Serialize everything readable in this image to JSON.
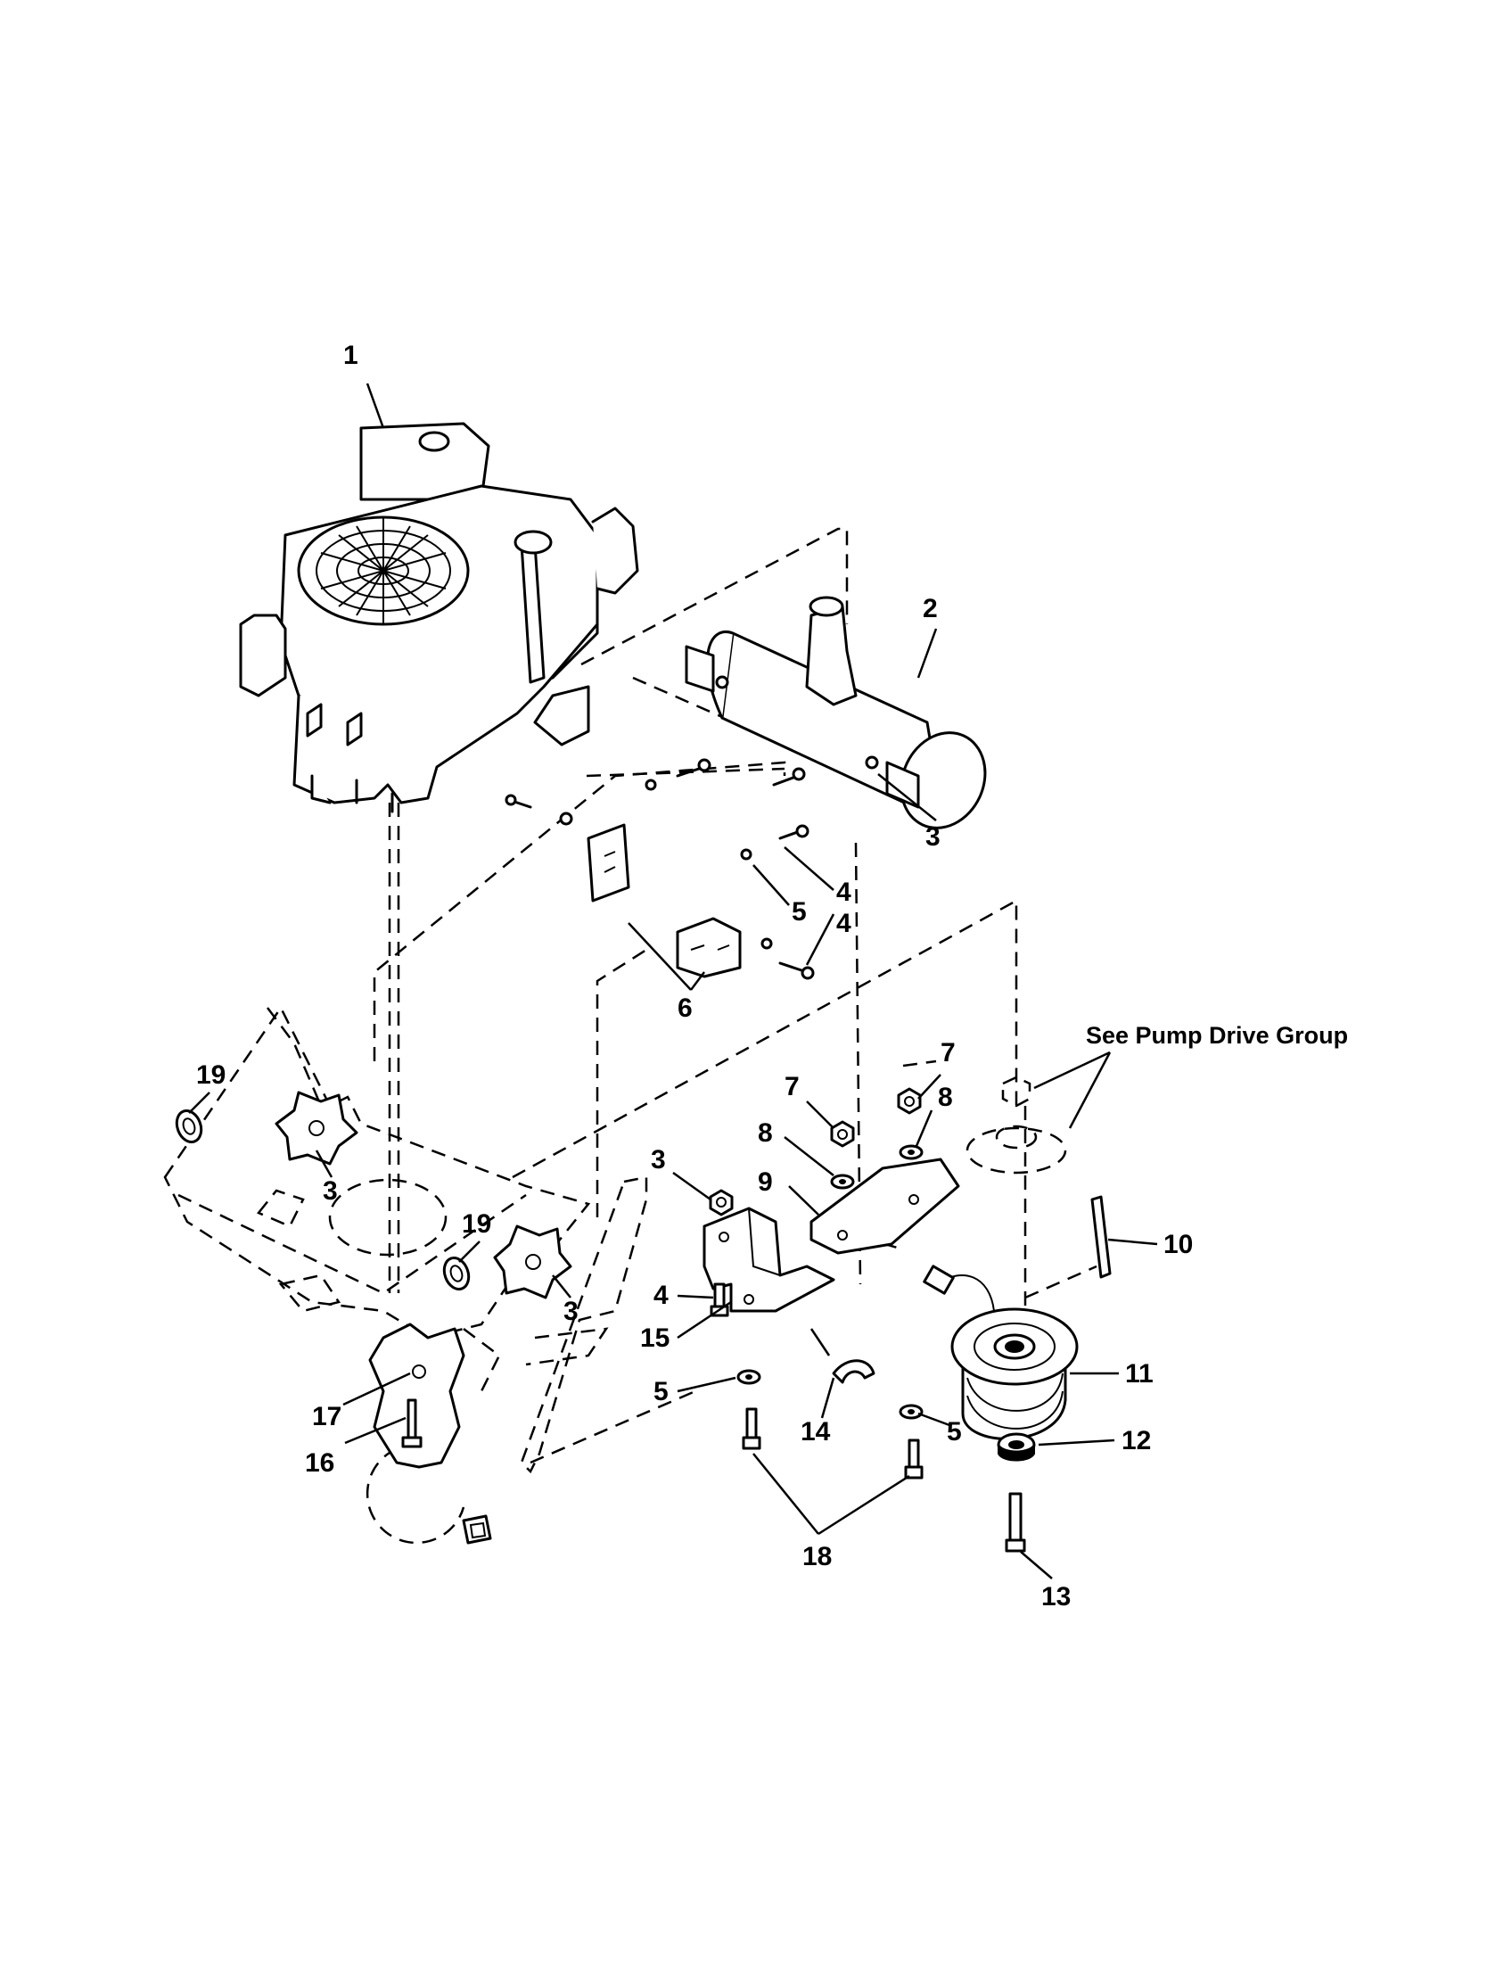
{
  "diagram": {
    "note": "See Pump Drive Group",
    "callouts": [
      {
        "key": "c1",
        "text": "1"
      },
      {
        "key": "c2",
        "text": "2"
      },
      {
        "key": "c3a",
        "text": "3"
      },
      {
        "key": "c4a",
        "text": "4"
      },
      {
        "key": "c5a",
        "text": "5"
      },
      {
        "key": "c4b",
        "text": "4"
      },
      {
        "key": "c6",
        "text": "6"
      },
      {
        "key": "c19a",
        "text": "19"
      },
      {
        "key": "c3b",
        "text": "3"
      },
      {
        "key": "c19b",
        "text": "19"
      },
      {
        "key": "c3c",
        "text": "3"
      },
      {
        "key": "c17",
        "text": "17"
      },
      {
        "key": "c16",
        "text": "16"
      },
      {
        "key": "c7a",
        "text": "7"
      },
      {
        "key": "c7b",
        "text": "7"
      },
      {
        "key": "c8a",
        "text": "8"
      },
      {
        "key": "c8b",
        "text": "8"
      },
      {
        "key": "c9",
        "text": "9"
      },
      {
        "key": "c3d",
        "text": "3"
      },
      {
        "key": "c4c",
        "text": "4"
      },
      {
        "key": "c15",
        "text": "15"
      },
      {
        "key": "c5b",
        "text": "5"
      },
      {
        "key": "c14",
        "text": "14"
      },
      {
        "key": "c18",
        "text": "18"
      },
      {
        "key": "c5c",
        "text": "5"
      },
      {
        "key": "c10",
        "text": "10"
      },
      {
        "key": "c11",
        "text": "11"
      },
      {
        "key": "c12",
        "text": "12"
      },
      {
        "key": "c13",
        "text": "13"
      }
    ]
  }
}
